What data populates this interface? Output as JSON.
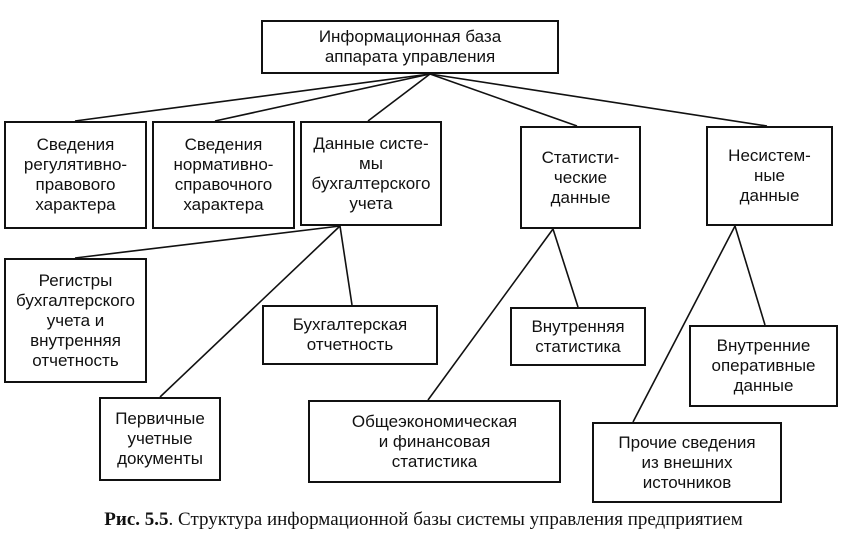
{
  "nodes": {
    "root": "Информационная база\nаппарата управления",
    "regulative": "Сведения\nрегулятивно-\nправового\nхарактера",
    "normative": "Сведения\nнормативно-\nсправочного\nхарактера",
    "accounting": "Данные систе-\nмы\nбухгалтерского\nучета",
    "statistical": "Статисти-\nческие\nданные",
    "nonsystem": "Несистем-\nные\nданные",
    "registers": "Регистры\nбухгалтерского\nучета и\nвнутренняя\nотчетность",
    "reporting": "Бухгалтерская\nотчетность",
    "primary_docs": "Первичные\nучетные\nдокументы",
    "internal_stat": "Внутренняя\nстатистика",
    "general_stat": "Общеэкономическая\nи финансовая\nстатистика",
    "internal_ops": "Внутренние\nоперативные\nданные",
    "external": "Прочие сведения\nиз внешних\nисточников"
  },
  "caption": {
    "label": "Рис. 5.5",
    "text": ". Структура информационной базы системы управления предприятием"
  }
}
